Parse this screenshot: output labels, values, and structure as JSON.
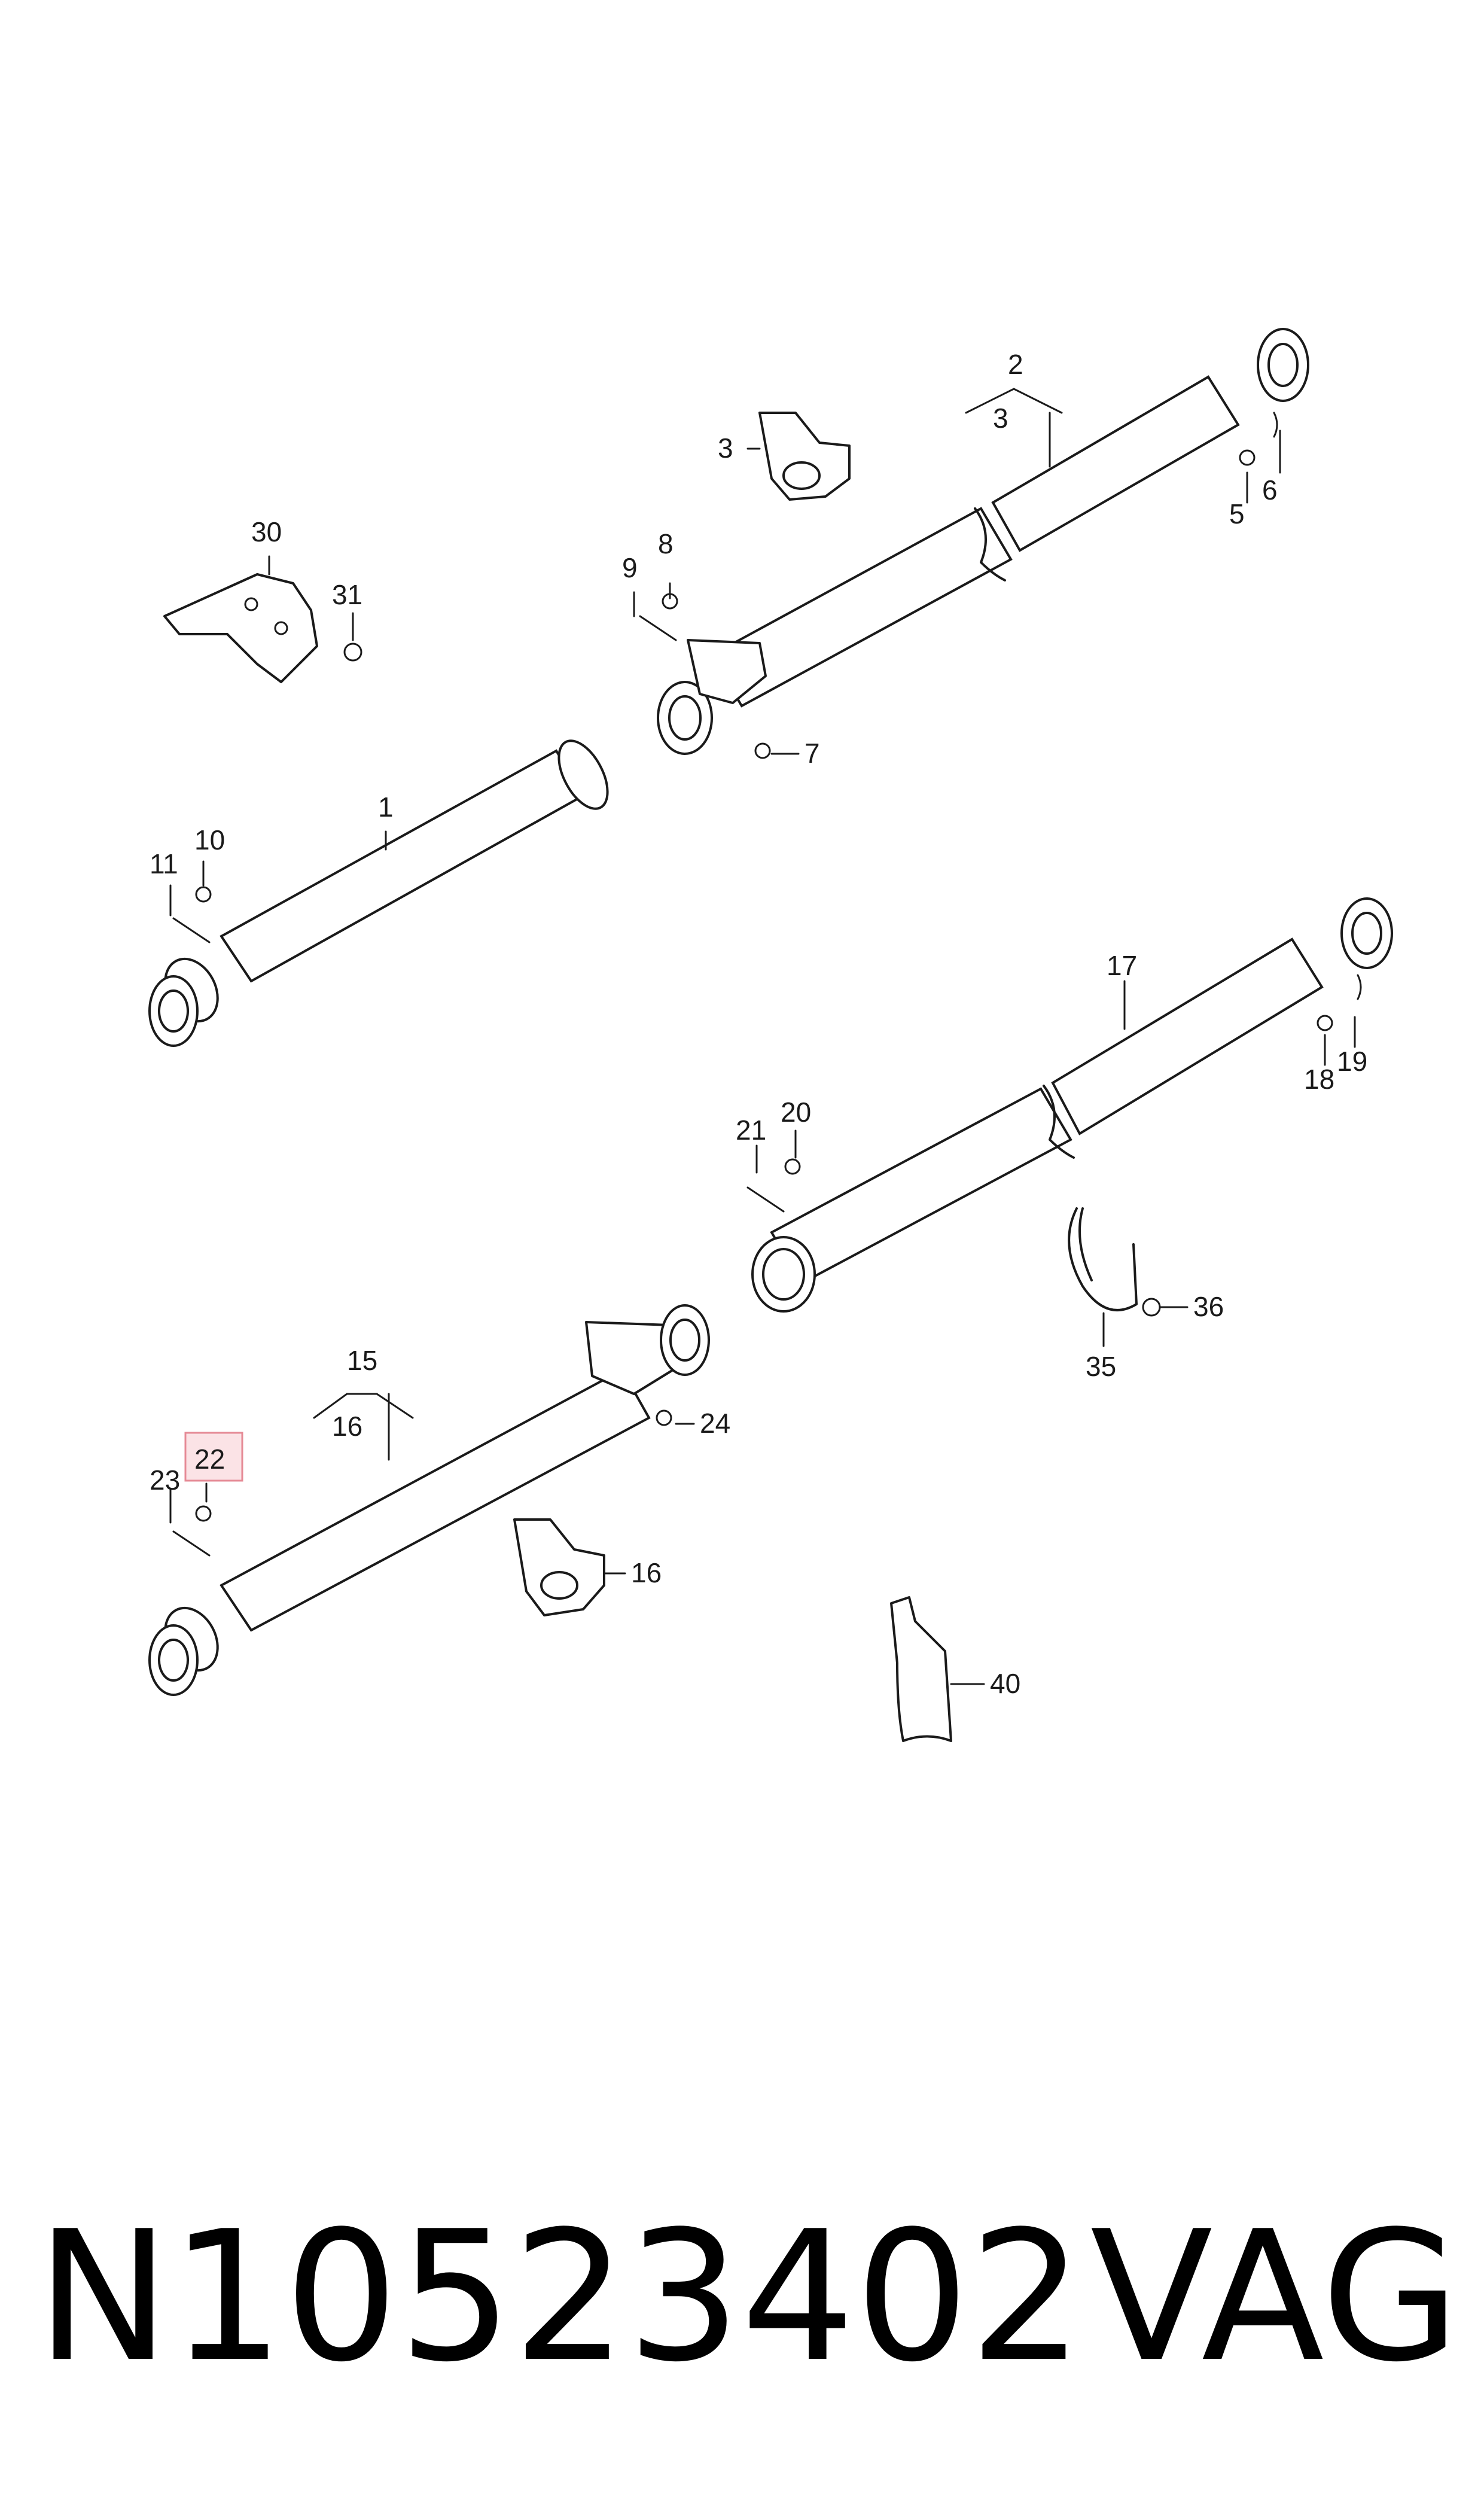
{
  "diagram": {
    "callouts": {
      "c1": "1",
      "c2": "2",
      "c3a": "3",
      "c3b": "3",
      "c5": "5",
      "c6": "6",
      "c7": "7",
      "c8": "8",
      "c9": "9",
      "c10": "10",
      "c11": "11",
      "c15": "15",
      "c16a": "16",
      "c16b": "16",
      "c17": "17",
      "c18": "18",
      "c19": "19",
      "c20": "20",
      "c21": "21",
      "c22": "22",
      "c23": "23",
      "c24": "24",
      "c30": "30",
      "c31": "31",
      "c35": "35",
      "c36": "36",
      "c40": "40"
    },
    "highlighted_callout": "22",
    "highlight_color": "#fbe3e6"
  },
  "footer": {
    "part_number": "N10523402",
    "brand": "VAG"
  }
}
